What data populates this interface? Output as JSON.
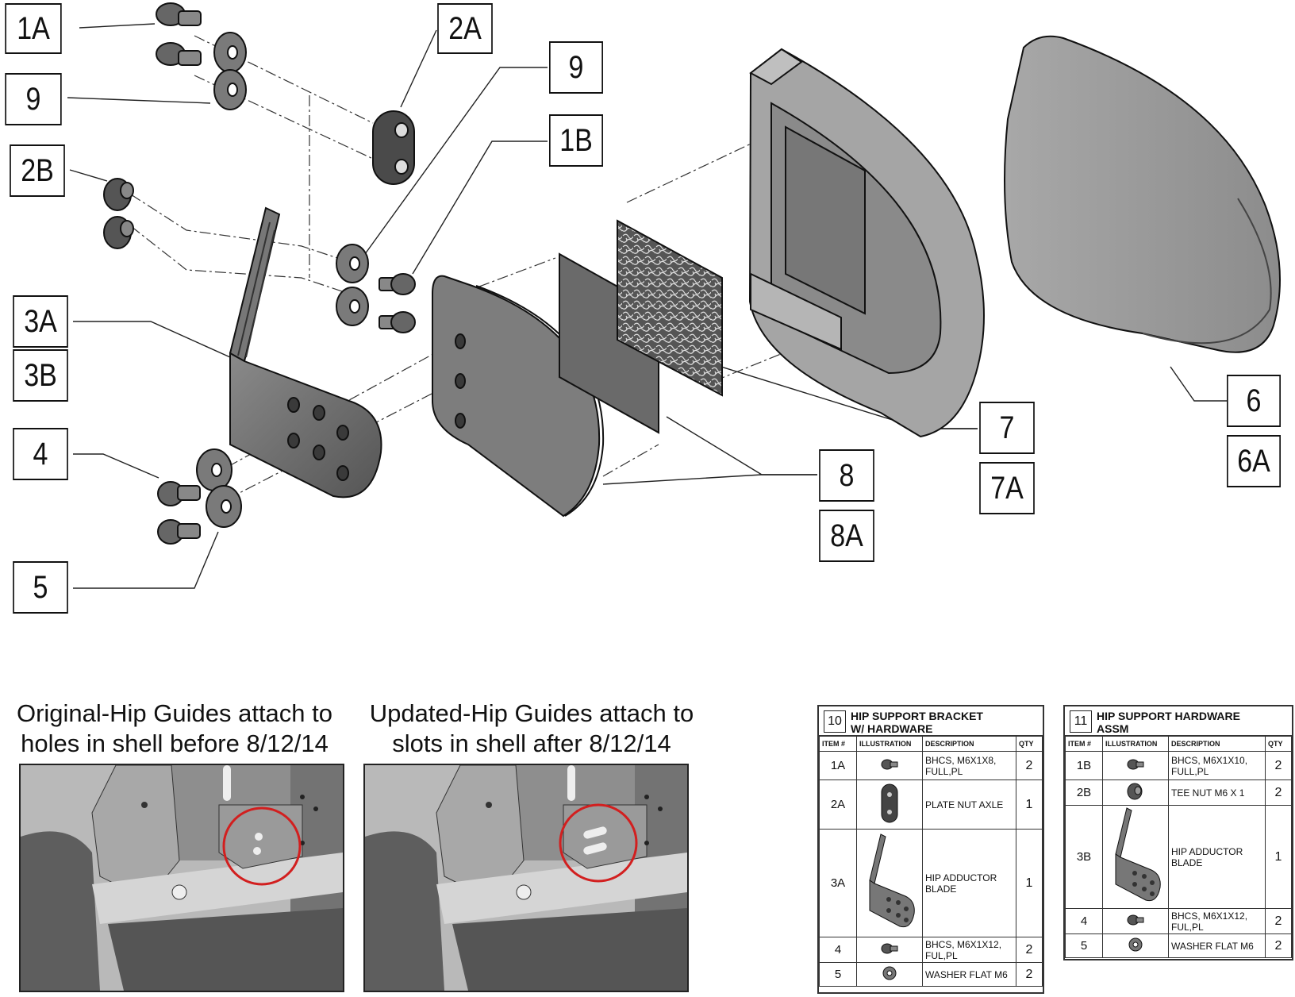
{
  "callouts": {
    "c1A": "1A",
    "c2A": "2A",
    "c9a": "9",
    "c9b": "9",
    "c1B": "1B",
    "c2B": "2B",
    "c3A": "3A",
    "c3B": "3B",
    "c4": "4",
    "c5": "5",
    "c7": "7",
    "c7A": "7A",
    "c8": "8",
    "c8A": "8A",
    "c6": "6",
    "c6A": "6A"
  },
  "captions": {
    "original_line1": "Original-Hip Guides attach to",
    "original_line2": "holes in shell before 8/12/14",
    "updated_line1": "Updated-Hip Guides attach to",
    "updated_line2": "slots in shell after 8/12/14"
  },
  "table10": {
    "number": "10",
    "title_line1": "HIP SUPPORT BRACKET",
    "title_line2": "W/ HARDWARE",
    "headers": {
      "item": "ITEM #",
      "illustration": "ILLUSTRATION",
      "description": "DESCRIPTION",
      "qty": "QTY"
    },
    "rows": [
      {
        "item": "1A",
        "icon": "screw-icon",
        "description": "BHCS, M6X1X8, FULL,PL",
        "qty": "2"
      },
      {
        "item": "2A",
        "icon": "plate-nut-icon",
        "description": "PLATE NUT AXLE",
        "qty": "1"
      },
      {
        "item": "3A",
        "icon": "hip-blade-icon",
        "description": "HIP ADDUCTOR BLADE",
        "qty": "1"
      },
      {
        "item": "4",
        "icon": "screw-icon",
        "description": "BHCS, M6X1X12, FUL,PL",
        "qty": "2"
      },
      {
        "item": "5",
        "icon": "washer-icon",
        "description": "WASHER FLAT M6",
        "qty": "2"
      }
    ]
  },
  "table11": {
    "number": "11",
    "title_line1": "HIP SUPPORT HARDWARE",
    "title_line2": "ASSM",
    "headers": {
      "item": "ITEM #",
      "illustration": "ILLUSTRATION",
      "description": "DESCRIPTION",
      "qty": "QTY"
    },
    "rows": [
      {
        "item": "1B",
        "icon": "screw-icon",
        "description": "BHCS, M6X1X10, FULL,PL",
        "qty": "2"
      },
      {
        "item": "2B",
        "icon": "tee-nut-icon",
        "description": "TEE NUT M6 X 1",
        "qty": "2"
      },
      {
        "item": "3B",
        "icon": "hip-blade-icon",
        "description": "HIP ADDUCTOR BLADE",
        "qty": "1"
      },
      {
        "item": "4",
        "icon": "screw-icon",
        "description": "BHCS, M6X1X12, FUL,PL",
        "qty": "2"
      },
      {
        "item": "5",
        "icon": "washer-icon",
        "description": "WASHER FLAT M6",
        "qty": "2"
      }
    ]
  }
}
